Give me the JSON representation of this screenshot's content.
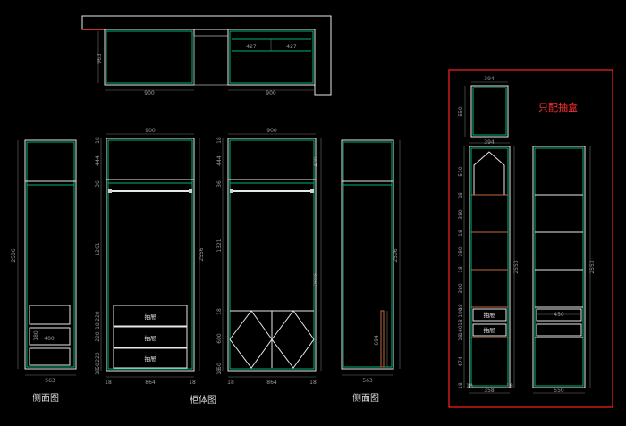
{
  "labels": {
    "side_view_left": "侧面图",
    "cabinet_view": "柜体图",
    "side_view_right": "侧面图",
    "drawer_only": "只配抽盒"
  },
  "drawer_labels": {
    "large": "抽屉",
    "small": "抽屉"
  },
  "plan": {
    "d_963": "963",
    "w_900_a": "900",
    "w_900_b": "900",
    "w_427_a": "427",
    "w_427_b": "427"
  },
  "side_left": {
    "h_2506": "2506",
    "w_400": "400",
    "h_180": "180",
    "w_563": "563"
  },
  "front_left": {
    "w_900": "900",
    "v": [
      "18",
      "444",
      "36",
      "1261",
      "220",
      "18",
      "220",
      "220",
      "50",
      "18"
    ],
    "h_2556": "2556",
    "w_864": "864",
    "s18a": "18",
    "s18b": "18"
  },
  "front_right": {
    "w_900": "900",
    "v": [
      "18",
      "444",
      "36",
      "1321",
      "18",
      "600",
      "50",
      "18"
    ],
    "h_2506": "2506",
    "h_480": "480",
    "w_864": "864",
    "s18a": "18",
    "s18b": "18"
  },
  "side_right": {
    "h_2506": "2506",
    "h_694": "694",
    "w_563": "563"
  },
  "box": {
    "top_w_394": "394",
    "top_h_550": "550",
    "w_394": "394",
    "v": [
      "510",
      "18",
      "380",
      "18",
      "380",
      "18",
      "380",
      "18",
      "190",
      "18",
      "160",
      "18",
      "474",
      "18"
    ],
    "h_2550": "2550",
    "w_358": "358",
    "s18a": "18",
    "s18b": "18",
    "side_h_2550": "2550",
    "w_450": "450",
    "w_550": "550"
  },
  "colors": {
    "background": "#000000",
    "line": "#e8e8e8",
    "inner": "#00b27a",
    "frame": "#ff2020",
    "text_red": "#ff3030"
  }
}
